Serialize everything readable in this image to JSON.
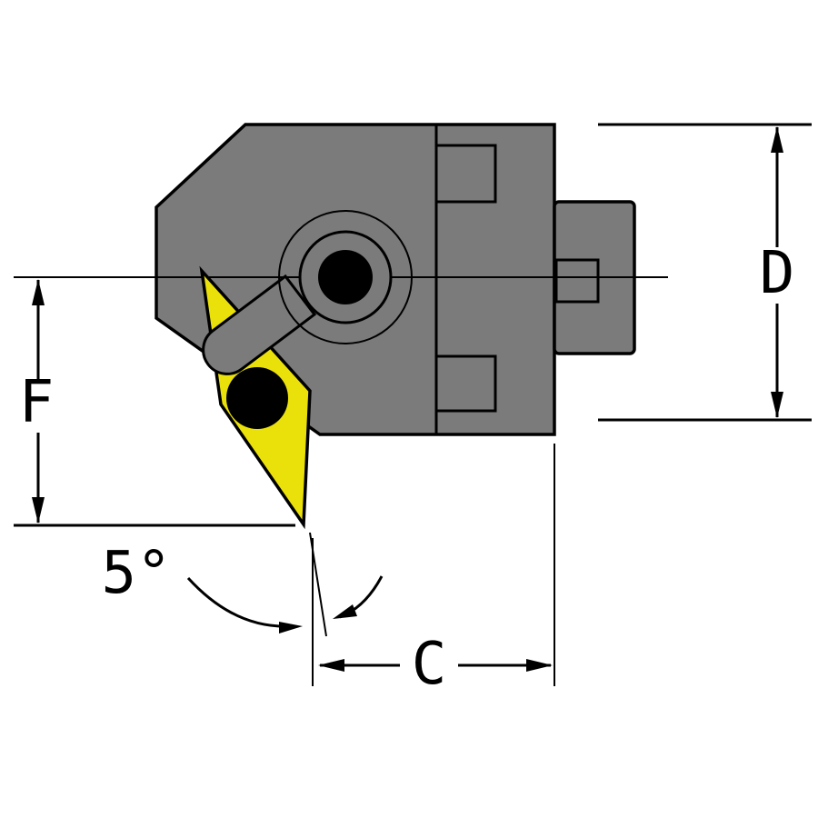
{
  "drawing": {
    "kind": "technical-dimension-drawing",
    "labels": {
      "dim_d": "D",
      "dim_f": "F",
      "dim_c": "C",
      "angle": "5°"
    },
    "colors": {
      "body_gray": "#7b7b7b",
      "insert_yellow": "#ebe10a",
      "outline": "#000000",
      "background": "#ffffff"
    }
  }
}
